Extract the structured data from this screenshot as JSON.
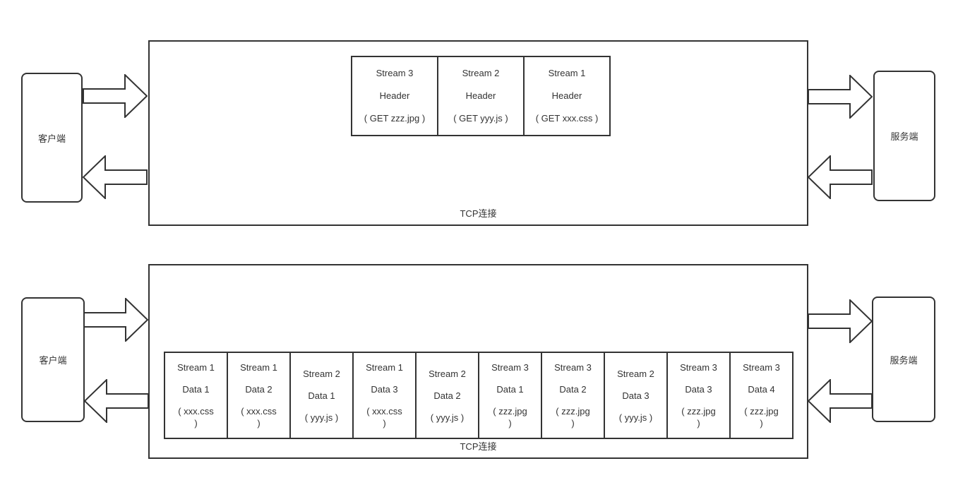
{
  "colors": {
    "stroke": "#333333",
    "text": "#333333",
    "background": "#ffffff"
  },
  "top_diagram": {
    "client_label": "客户端",
    "server_label": "服务端",
    "tcp_label": "TCP连接",
    "headers": [
      {
        "stream": "Stream 3",
        "kind": "Header",
        "detail": "( GET zzz.jpg )"
      },
      {
        "stream": "Stream 2",
        "kind": "Header",
        "detail": "( GET yyy.js )"
      },
      {
        "stream": "Stream 1",
        "kind": "Header",
        "detail": "( GET xxx.css )"
      }
    ]
  },
  "bottom_diagram": {
    "client_label": "客户端",
    "server_label": "服务端",
    "tcp_label": "TCP连接",
    "frames": [
      {
        "stream": "Stream 1",
        "kind": "Data 1",
        "detail": "( xxx.css\n)"
      },
      {
        "stream": "Stream 1",
        "kind": "Data 2",
        "detail": "( xxx.css\n)"
      },
      {
        "stream": "Stream 2",
        "kind": "Data 1",
        "detail": "( yyy.js )"
      },
      {
        "stream": "Stream 1",
        "kind": "Data 3",
        "detail": "( xxx.css\n)"
      },
      {
        "stream": "Stream 2",
        "kind": "Data 2",
        "detail": "( yyy.js )"
      },
      {
        "stream": "Stream 3",
        "kind": "Data 1",
        "detail": "( zzz.jpg\n)"
      },
      {
        "stream": "Stream 3",
        "kind": "Data 2",
        "detail": "( zzz.jpg\n)"
      },
      {
        "stream": "Stream 2",
        "kind": "Data 3",
        "detail": "( yyy.js )"
      },
      {
        "stream": "Stream 3",
        "kind": "Data 3",
        "detail": "( zzz.jpg\n)"
      },
      {
        "stream": "Stream 3",
        "kind": "Data 4",
        "detail": "( zzz.jpg\n)"
      }
    ]
  }
}
